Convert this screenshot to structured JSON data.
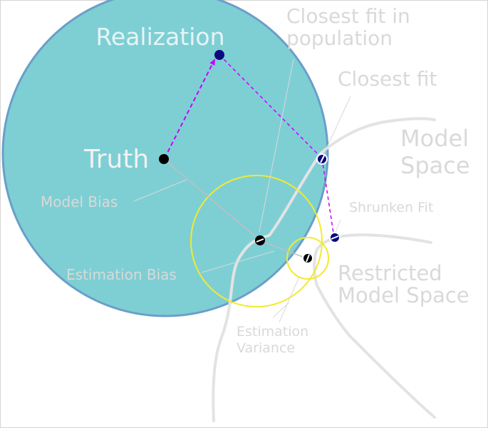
{
  "labels": {
    "realization": "Realization",
    "truth": "Truth",
    "closest_fit_population_line1": "Closest fit in",
    "closest_fit_population_line2": "population",
    "closest_fit": "Closest fit",
    "model_space_line1": "Model",
    "model_space_line2": "Space",
    "model_bias": "Model Bias",
    "shrunken_fit": "Shrunken Fit",
    "estimation_bias": "Estimation Bias",
    "restricted_model_space_line1": "Restricted",
    "restricted_model_space_line2": "Model Space",
    "estimation_variance_line1": "Estimation",
    "estimation_variance_line2": "Variance"
  },
  "colors": {
    "realization_disk_fill": "#7ecfd4",
    "realization_disk_stroke": "#6a9fc8",
    "realization_label": "#e6f4f4",
    "truth_label": "#f2f2f2",
    "light_label": "#d9d9d9",
    "model_space_curve": "#e3e3e3",
    "variance_circle": "#f2ea2e",
    "dashed_arrow": "#c700ff",
    "connector": "#bfbfbf",
    "dot_black": "#000000",
    "dot_navy": "#0a0a80"
  },
  "icons": {
    "arrow_head": "triangle-arrowhead-icon"
  }
}
